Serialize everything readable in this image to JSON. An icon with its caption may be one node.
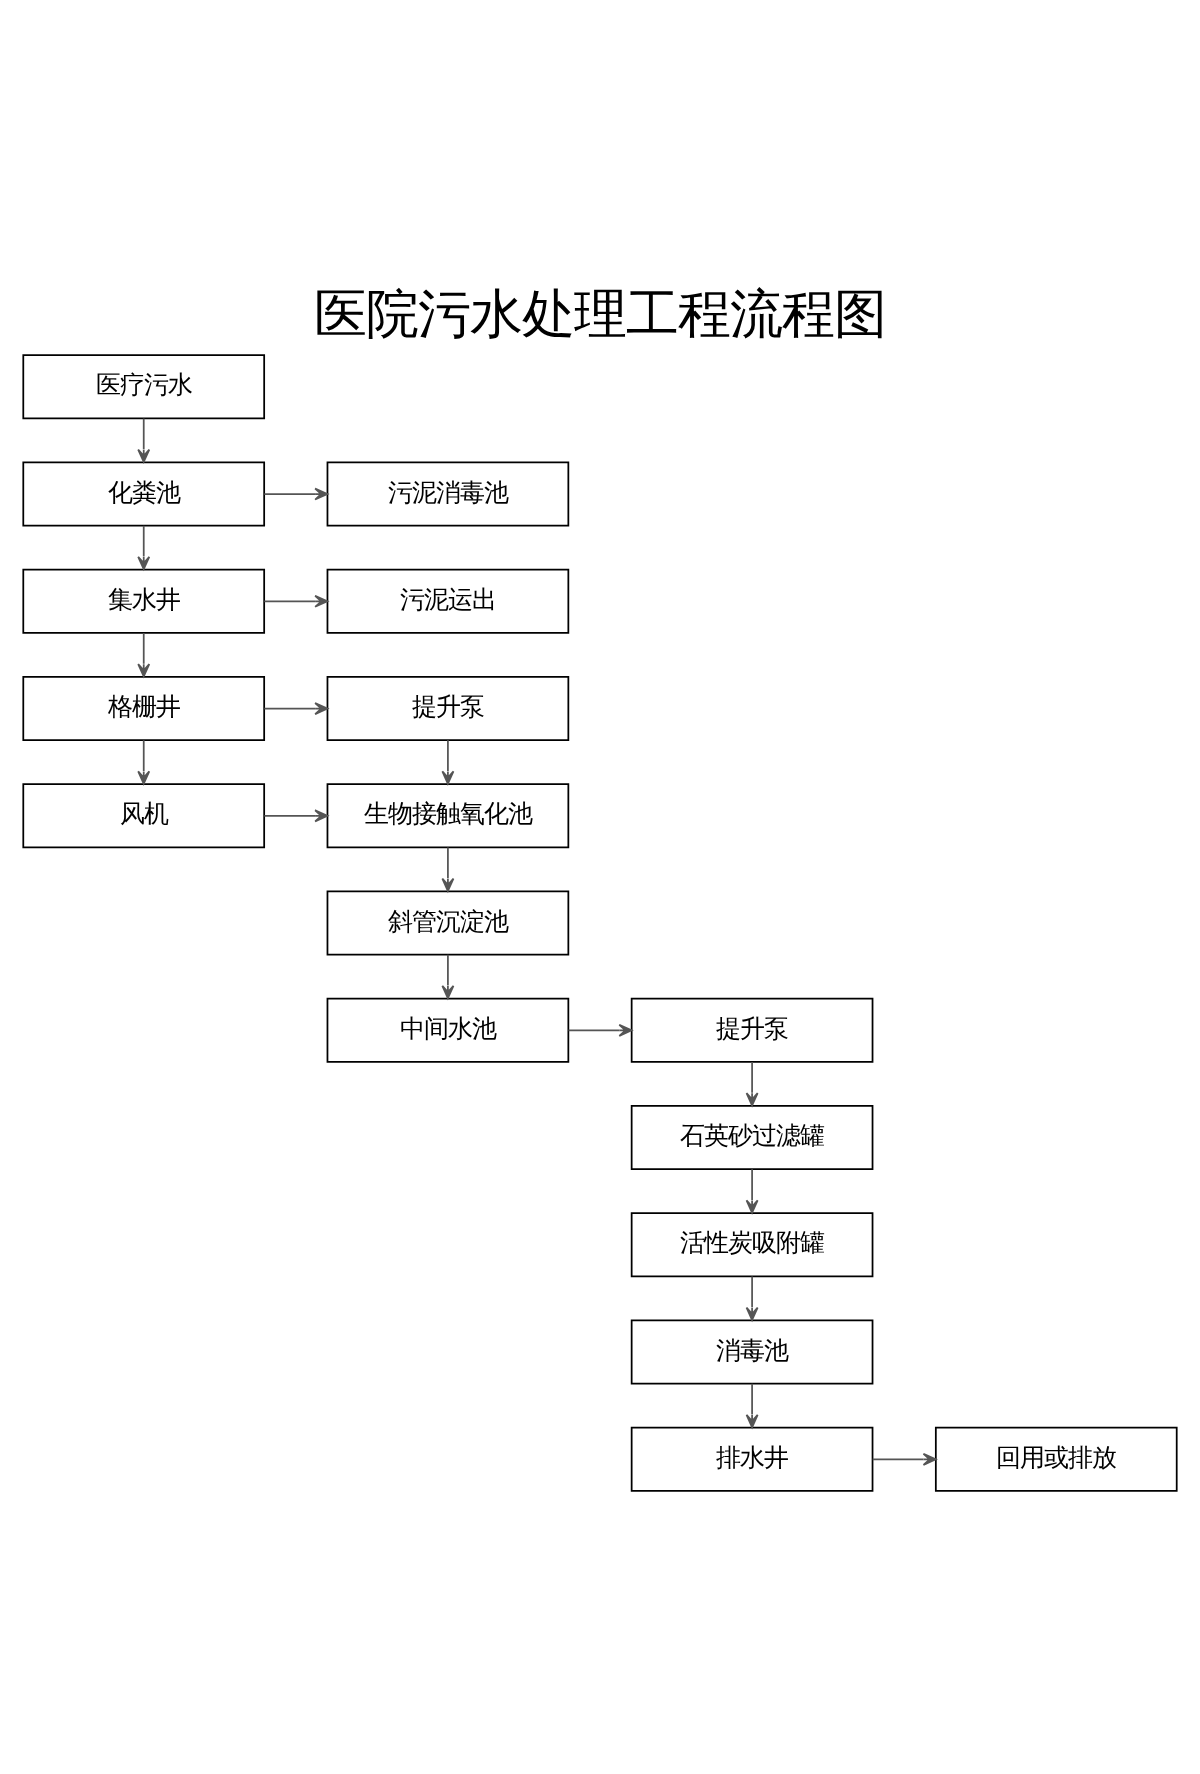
{
  "diagram": {
    "title": "医院污水处理工程流程图",
    "nodes": [
      {
        "text": [
          "医疗污水"
        ]
      },
      {
        "text": [
          "化粪池"
        ]
      },
      {
        "text": [
          "污泥消毒池"
        ]
      },
      {
        "text": [
          "集水井"
        ]
      },
      {
        "text": [
          "污泥运出"
        ]
      },
      {
        "text": [
          "格栅井"
        ]
      },
      {
        "text": [
          "提升泵"
        ]
      },
      {
        "text": [
          "风机"
        ]
      },
      {
        "text": [
          "生物接触氧化池"
        ]
      },
      {
        "text": [
          "斜管沉淀池"
        ]
      },
      {
        "text": [
          "中间水池"
        ]
      },
      {
        "text": [
          "提升泵"
        ]
      },
      {
        "text": [
          "石英砂过滤罐"
        ]
      },
      {
        "text": [
          "活性炭吸附罐"
        ]
      },
      {
        "text": [
          "消毒池"
        ]
      },
      {
        "text": [
          "排水井"
        ]
      },
      {
        "text": [
          "回用或排放"
        ]
      }
    ],
    "edges": [
      {
        "from": 0,
        "to": 1,
        "arrow": "to"
      },
      {
        "from": 1,
        "to": 2,
        "arrow": "to"
      },
      {
        "from": 1,
        "to": 3,
        "arrow": "to"
      },
      {
        "from": 3,
        "to": 4,
        "arrow": "to"
      },
      {
        "from": 3,
        "to": 5,
        "arrow": "to"
      },
      {
        "from": 5,
        "to": 6,
        "arrow": "to"
      },
      {
        "from": 5,
        "to": 7,
        "arrow": "to"
      },
      {
        "from": 6,
        "to": 8,
        "arrow": "to"
      },
      {
        "from": 7,
        "to": 8,
        "arrow": "to"
      },
      {
        "from": 8,
        "to": 9,
        "arrow": "to"
      },
      {
        "from": 9,
        "to": 10,
        "arrow": "to"
      },
      {
        "from": 10,
        "to": 11,
        "arrow": "to"
      },
      {
        "from": 11,
        "to": 12,
        "arrow": "to"
      },
      {
        "from": 12,
        "to": 13,
        "arrow": "to"
      },
      {
        "from": 13,
        "to": 14,
        "arrow": "to"
      },
      {
        "from": 14,
        "to": 15,
        "arrow": "to"
      },
      {
        "from": 15,
        "to": 16,
        "arrow": "to"
      }
    ]
  }
}
